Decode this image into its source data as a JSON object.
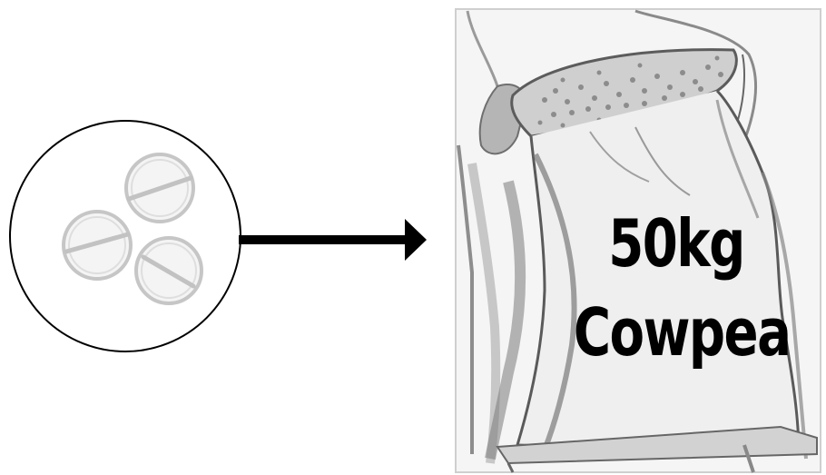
{
  "bag": {
    "weight_label": "50kg",
    "crop_label": "Cowpea"
  },
  "icons": {
    "tablets": "tablet-icon",
    "arrow": "arrow-right-icon",
    "sack": "sack-illustration"
  },
  "colors": {
    "outline": "#000000",
    "tablet_fill": "#f2f2f2",
    "tablet_stroke": "#c8c8c8",
    "sketch_grey": "#8a8a8a"
  }
}
